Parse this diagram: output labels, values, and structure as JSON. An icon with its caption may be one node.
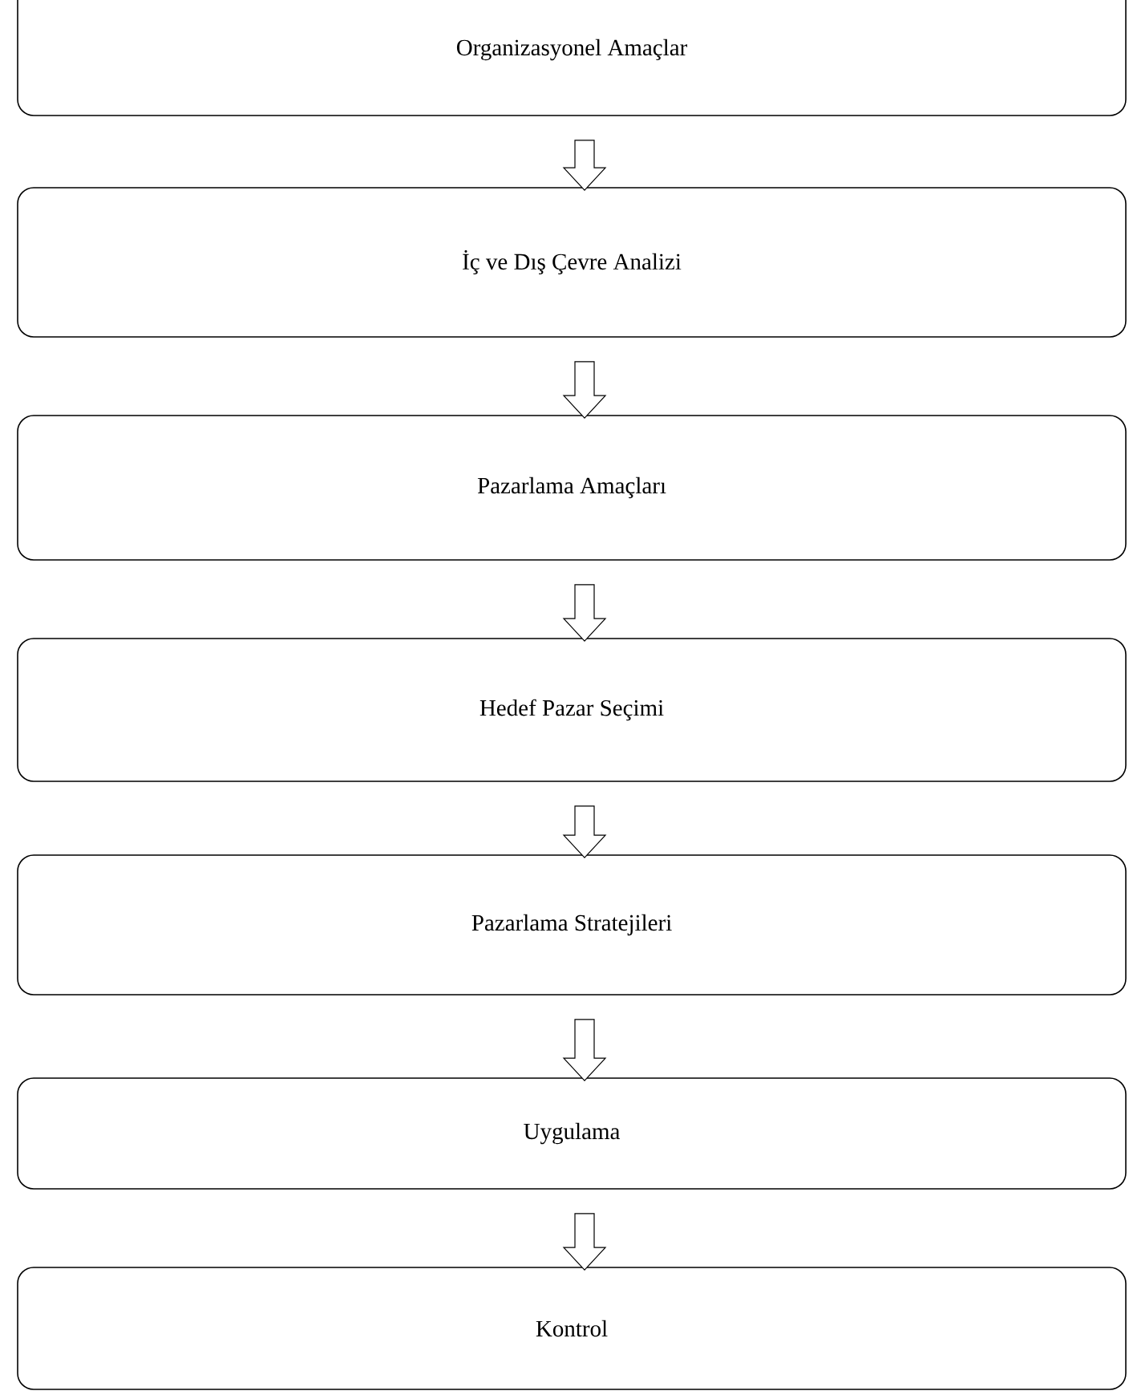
{
  "diagram": {
    "nodes": [
      {
        "text": [
          "Organizasyonel Amaçlar"
        ]
      },
      {
        "text": [
          "İç ve Dış Çevre Analizi"
        ]
      },
      {
        "text": [
          "Pazarlama Amaçları"
        ]
      },
      {
        "text": [
          "Hedef Pazar Seçimi"
        ]
      },
      {
        "text": [
          "Pazarlama Stratejileri"
        ]
      },
      {
        "text": [
          "Uygulama"
        ]
      },
      {
        "text": [
          "Kontrol"
        ]
      }
    ],
    "edges": [
      {
        "from": 0,
        "to": 1,
        "arrow": "to"
      },
      {
        "from": 1,
        "to": 2,
        "arrow": "to"
      },
      {
        "from": 2,
        "to": 3,
        "arrow": "to"
      },
      {
        "from": 3,
        "to": 4,
        "arrow": "to"
      },
      {
        "from": 4,
        "to": 5,
        "arrow": "to"
      },
      {
        "from": 5,
        "to": 6,
        "arrow": "to"
      }
    ]
  }
}
